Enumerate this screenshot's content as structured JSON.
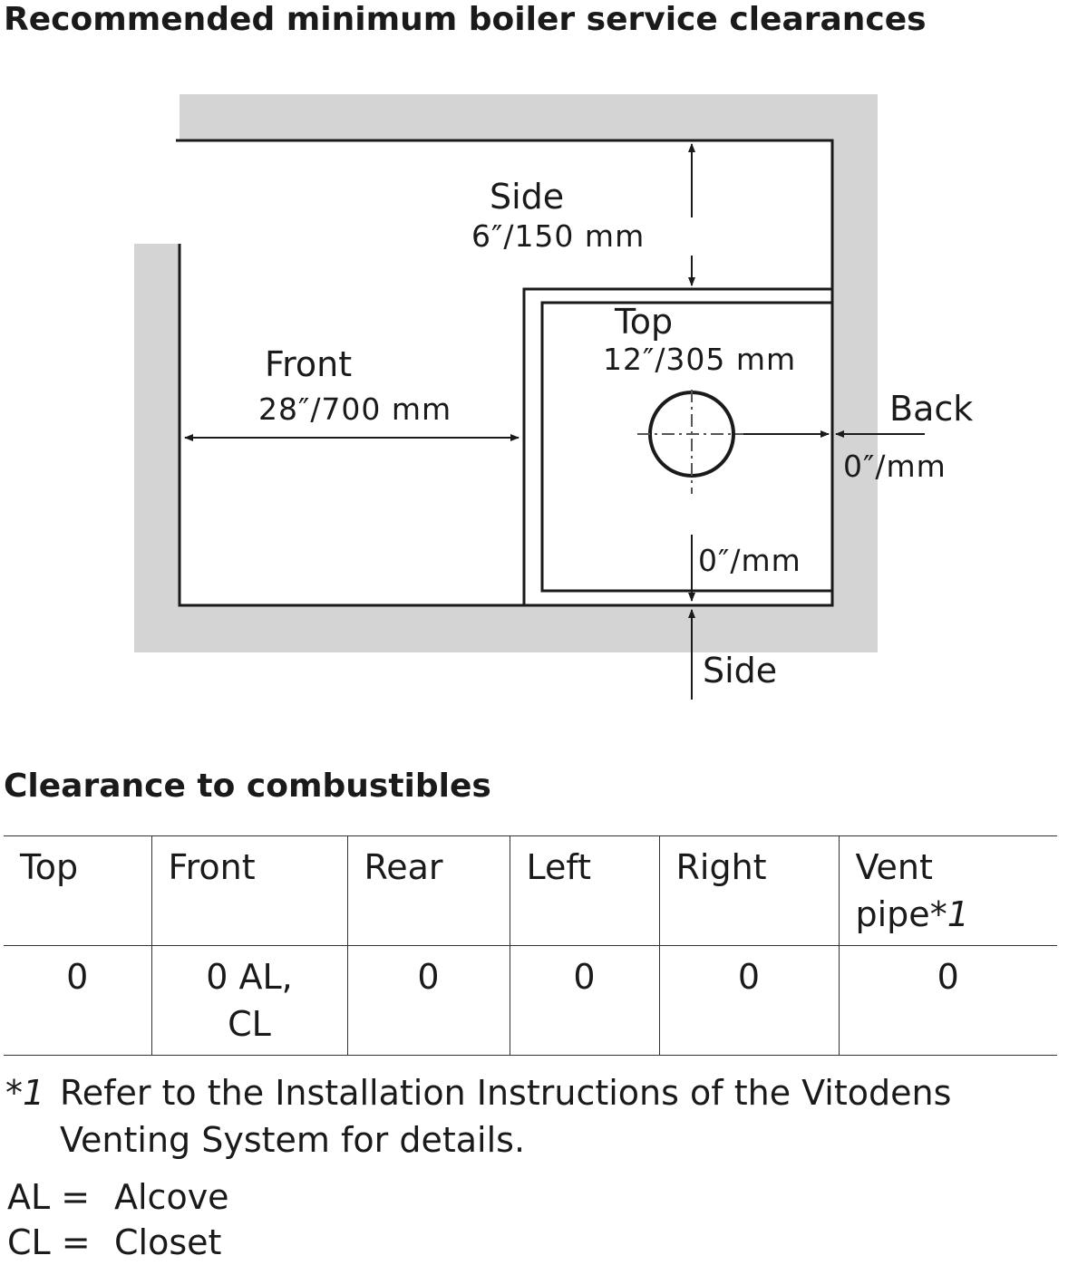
{
  "title": "Recommended minimum boiler service clearances",
  "diagram": {
    "labels": {
      "side_top": "Side",
      "side_top_value": "6″/150 mm",
      "top": "Top",
      "top_value": "12″/305 mm",
      "front": "Front",
      "front_value": "28″/700 mm",
      "back": "Back",
      "back_value": "0″/mm",
      "bottom_value": "0″/mm",
      "side_bottom": "Side"
    },
    "colors": {
      "wall": "#d4d4d4",
      "line": "#1a1a1a"
    }
  },
  "clearance": {
    "title": "Clearance to combustibles",
    "headers": [
      "Top",
      "Front",
      "Rear",
      "Left",
      "Right",
      "Vent pipe"
    ],
    "vent_mark": "*1",
    "values": [
      "0",
      "0 AL,\nCL",
      "0",
      "0",
      "0",
      "0"
    ]
  },
  "footnote": {
    "mark": "*1",
    "text": "Refer to the Installation Instructions of the Vitodens Venting System for details."
  },
  "legend": [
    {
      "key": "AL =",
      "value": "Alcove"
    },
    {
      "key": "CL =",
      "value": "Closet"
    }
  ]
}
